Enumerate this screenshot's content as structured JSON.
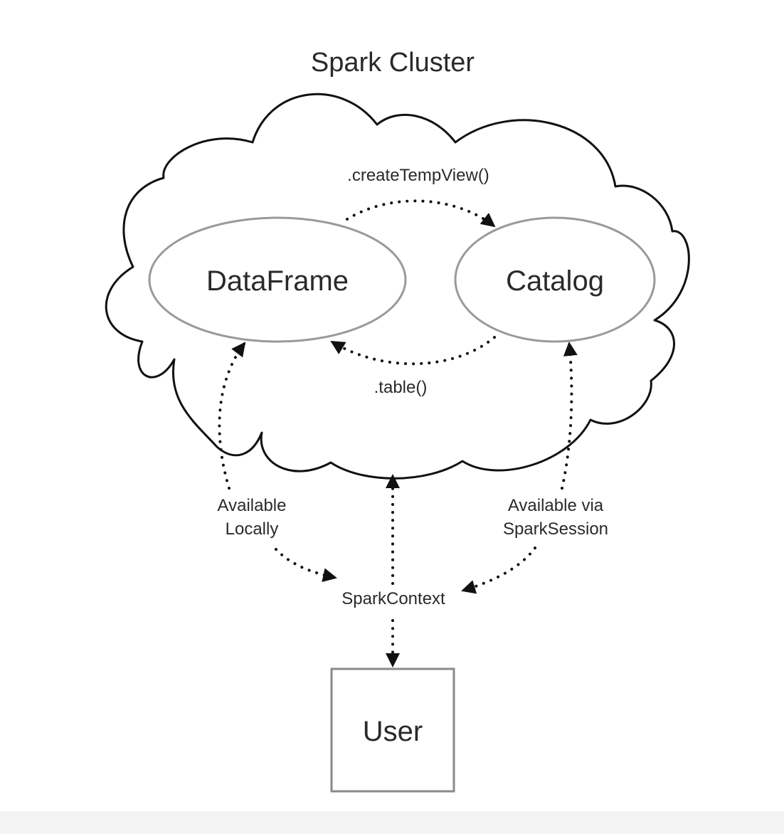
{
  "diagram": {
    "title": "Spark Cluster",
    "nodes": {
      "dataframe": "DataFrame",
      "catalog": "Catalog",
      "spark_context": "SparkContext",
      "user": "User"
    },
    "edge_labels": {
      "create_temp_view": ".createTempView()",
      "table": ".table()",
      "available_locally_line1": "Available",
      "available_locally_line2": "Locally",
      "available_via_line1": "Available via",
      "available_via_line2": "SparkSession"
    },
    "colors": {
      "outline": "#111111",
      "ellipse_stroke": "#9a9a9a",
      "box_stroke": "#8a8a8a",
      "text": "#2a2a2a"
    }
  }
}
